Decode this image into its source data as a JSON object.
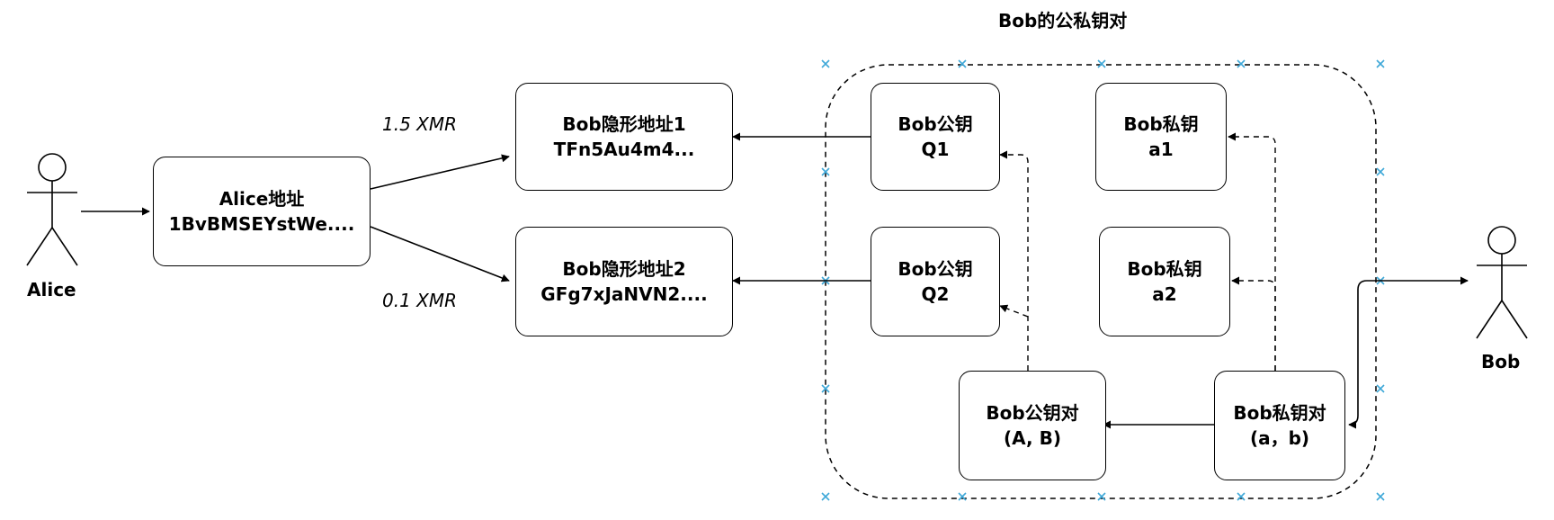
{
  "diagram": {
    "title": "Bob的公私钥对",
    "actors": {
      "alice": "Alice",
      "bob": "Bob"
    },
    "amounts": {
      "first": "1.5 XMR",
      "second": "0.1 XMR"
    },
    "nodes": {
      "alice_addr": {
        "line1": "Alice地址",
        "line2": "1BvBMSEYstWe...."
      },
      "stealth1": {
        "line1": "Bob隐形地址1",
        "line2": "TFn5Au4m4..."
      },
      "stealth2": {
        "line1": "Bob隐形地址2",
        "line2": "GFg7xJaNVN2...."
      },
      "pub_q1": {
        "line1": "Bob公钥",
        "line2": "Q1"
      },
      "pub_q2": {
        "line1": "Bob公钥",
        "line2": "Q2"
      },
      "priv_a1": {
        "line1": "Bob私钥",
        "line2": "a1"
      },
      "priv_a2": {
        "line1": "Bob私钥",
        "line2": "a2"
      },
      "pub_pair": {
        "line1": "Bob公钥对",
        "line2": "(A, B)"
      },
      "priv_pair": {
        "line1": "Bob私钥对",
        "line2": "(a，b)"
      }
    }
  }
}
